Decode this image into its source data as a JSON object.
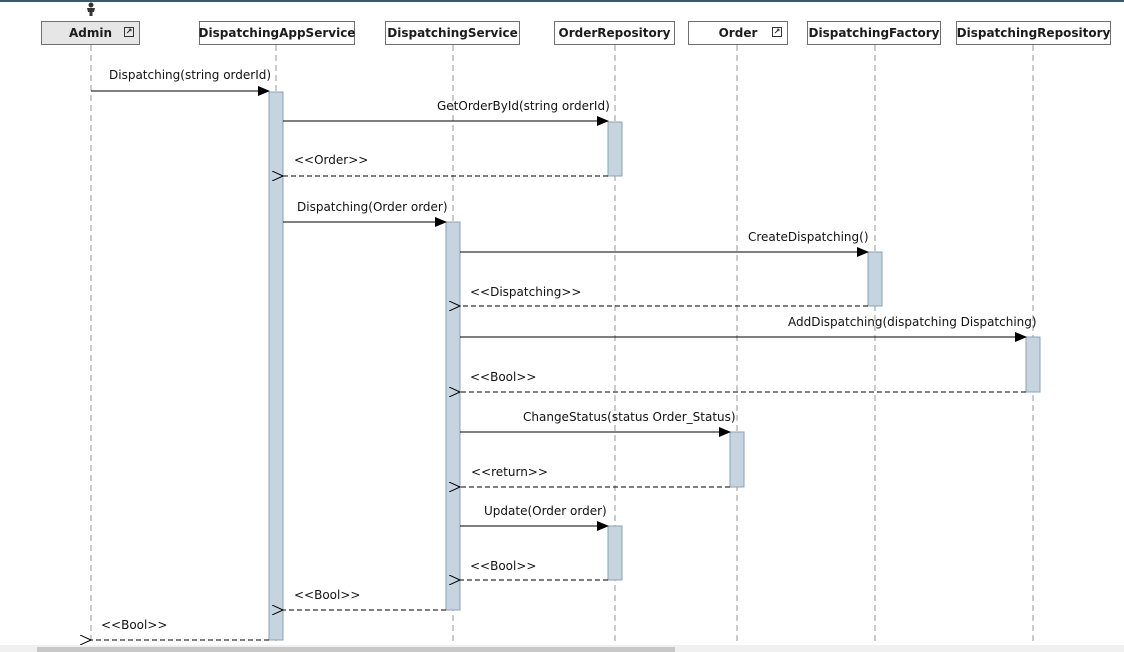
{
  "participants": [
    {
      "key": "admin",
      "label": "Admin",
      "actor": true,
      "link_icon": true
    },
    {
      "key": "app",
      "label": "DispatchingAppService",
      "actor": false,
      "link_icon": false
    },
    {
      "key": "svc",
      "label": "DispatchingService",
      "actor": false,
      "link_icon": false
    },
    {
      "key": "orepo",
      "label": "OrderRepository",
      "actor": false,
      "link_icon": false
    },
    {
      "key": "order",
      "label": "Order",
      "actor": false,
      "link_icon": true
    },
    {
      "key": "factory",
      "label": "DispatchingFactory",
      "actor": false,
      "link_icon": false
    },
    {
      "key": "drepo",
      "label": "DispatchingRepository",
      "actor": false,
      "link_icon": false
    }
  ],
  "messages": [
    {
      "label": "Dispatching(string orderId)",
      "from": "admin",
      "to": "app",
      "type": "call"
    },
    {
      "label": "GetOrderById(string orderId)",
      "from": "app",
      "to": "orepo",
      "type": "call"
    },
    {
      "label": "<<Order>>",
      "from": "orepo",
      "to": "app",
      "type": "return"
    },
    {
      "label": "Dispatching(Order order)",
      "from": "app",
      "to": "svc",
      "type": "call"
    },
    {
      "label": "CreateDispatching()",
      "from": "svc",
      "to": "factory",
      "type": "call"
    },
    {
      "label": "<<Dispatching>>",
      "from": "factory",
      "to": "svc",
      "type": "return"
    },
    {
      "label": "AddDispatching(dispatching Dispatching)",
      "from": "svc",
      "to": "drepo",
      "type": "call"
    },
    {
      "label": "<<Bool>>",
      "from": "drepo",
      "to": "svc",
      "type": "return"
    },
    {
      "label": "ChangeStatus(status Order_Status)",
      "from": "svc",
      "to": "order",
      "type": "call"
    },
    {
      "label": "<<return>>",
      "from": "order",
      "to": "svc",
      "type": "return"
    },
    {
      "label": "Update(Order order)",
      "from": "svc",
      "to": "orepo",
      "type": "call"
    },
    {
      "label": "<<Bool>>",
      "from": "orepo",
      "to": "svc",
      "type": "return"
    },
    {
      "label": "<<Bool>>",
      "from": "svc",
      "to": "app",
      "type": "return"
    },
    {
      "label": "<<Bool>>",
      "from": "app",
      "to": "admin",
      "type": "return"
    }
  ],
  "colors": {
    "activation_fill": "#c5d4df",
    "activation_stroke": "#8aa2b4",
    "lifeline": "#9a9a9a",
    "arrow": "#000000",
    "actor_fill": "#e6e6e6"
  },
  "icons": {
    "actor": "actor-person-icon",
    "link": "link-arrow-icon"
  }
}
